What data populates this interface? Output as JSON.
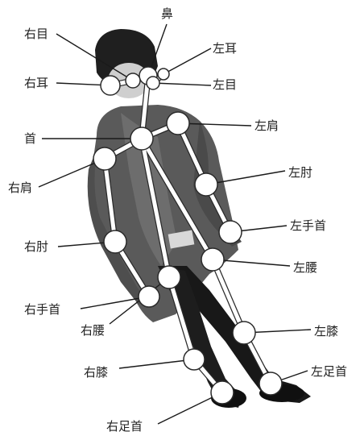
{
  "labels": {
    "nose": "鼻",
    "right_eye": "右目",
    "left_ear": "左耳",
    "right_ear": "右耳",
    "left_eye": "左目",
    "neck": "首",
    "left_shoulder": "左肩",
    "right_shoulder": "右肩",
    "left_elbow": "左肘",
    "left_wrist": "左手首",
    "right_elbow": "右肘",
    "left_hip": "左腰",
    "right_wrist": "右手首",
    "right_hip": "右腰",
    "left_knee": "左膝",
    "right_knee": "右膝",
    "left_ankle": "左足首",
    "right_ankle": "右足首"
  },
  "colors": {
    "background": "#ffffff",
    "skeleton": "#ffffff",
    "outline": "#2a2a2a",
    "person": "#3a3a3a"
  }
}
